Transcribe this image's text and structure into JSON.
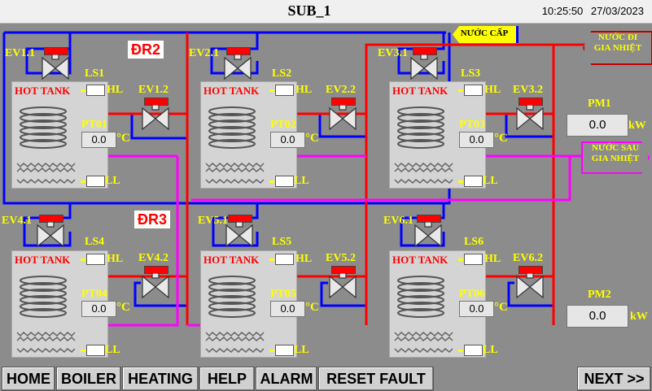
{
  "header": {
    "title": "SUB_1",
    "time": "10:25:50",
    "date": "27/03/2023"
  },
  "zones": {
    "dr2": "ĐR2",
    "dr3": "ĐR3"
  },
  "flow_tags": {
    "supply": "NƯỚC CẤP",
    "to_heat_line1": "NƯỚC ĐI",
    "to_heat_line2": "GIA NHIỆT",
    "after_heat_line1": "NƯỚC SAU",
    "after_heat_line2": "GIA NHIỆT"
  },
  "tanks": [
    {
      "name": "HOT TANK",
      "ev_in": "EV1.1",
      "ev_out": "EV1.2",
      "ls": "LS1",
      "pt": "PT01",
      "value": "0.0",
      "unit": "°C",
      "hl": "HL",
      "ll": "LL"
    },
    {
      "name": "HOT TANK",
      "ev_in": "EV2.1",
      "ev_out": "EV2.2",
      "ls": "LS2",
      "pt": "PT02",
      "value": "0.0",
      "unit": "°C",
      "hl": "HL",
      "ll": "LL"
    },
    {
      "name": "HOT TANK",
      "ev_in": "EV3.1",
      "ev_out": "EV3.2",
      "ls": "LS3",
      "pt": "PT03",
      "value": "0.0",
      "unit": "°C",
      "hl": "HL",
      "ll": "LL"
    },
    {
      "name": "HOT TANK",
      "ev_in": "EV4.1",
      "ev_out": "EV4.2",
      "ls": "LS4",
      "pt": "PT04",
      "value": "0.0",
      "unit": "°C",
      "hl": "HL",
      "ll": "LL"
    },
    {
      "name": "HOT TANK",
      "ev_in": "EV5.1",
      "ev_out": "EV5.2",
      "ls": "LS5",
      "pt": "PT05",
      "value": "0.0",
      "unit": "°C",
      "hl": "HL",
      "ll": "LL"
    },
    {
      "name": "HOT TANK",
      "ev_in": "EV6.1",
      "ev_out": "EV6.2",
      "ls": "LS6",
      "pt": "PT06",
      "value": "0.0",
      "unit": "°C",
      "hl": "HL",
      "ll": "LL"
    }
  ],
  "meters": [
    {
      "name": "PM1",
      "value": "0.0",
      "unit": "kW"
    },
    {
      "name": "PM2",
      "value": "0.0",
      "unit": "kW"
    }
  ],
  "nav": {
    "home": "HOME",
    "boiler": "BOILER",
    "heating": "HEATING",
    "help": "HELP",
    "alarm": "ALARM",
    "reset": "RESET FAULT",
    "next": "NEXT >>"
  },
  "colors": {
    "background": "#8c8c8c",
    "hot_pipe": "#ff0000",
    "cold_pipe": "#0000ff",
    "return_pipe": "#ff00ff",
    "label": "#ffff00"
  }
}
